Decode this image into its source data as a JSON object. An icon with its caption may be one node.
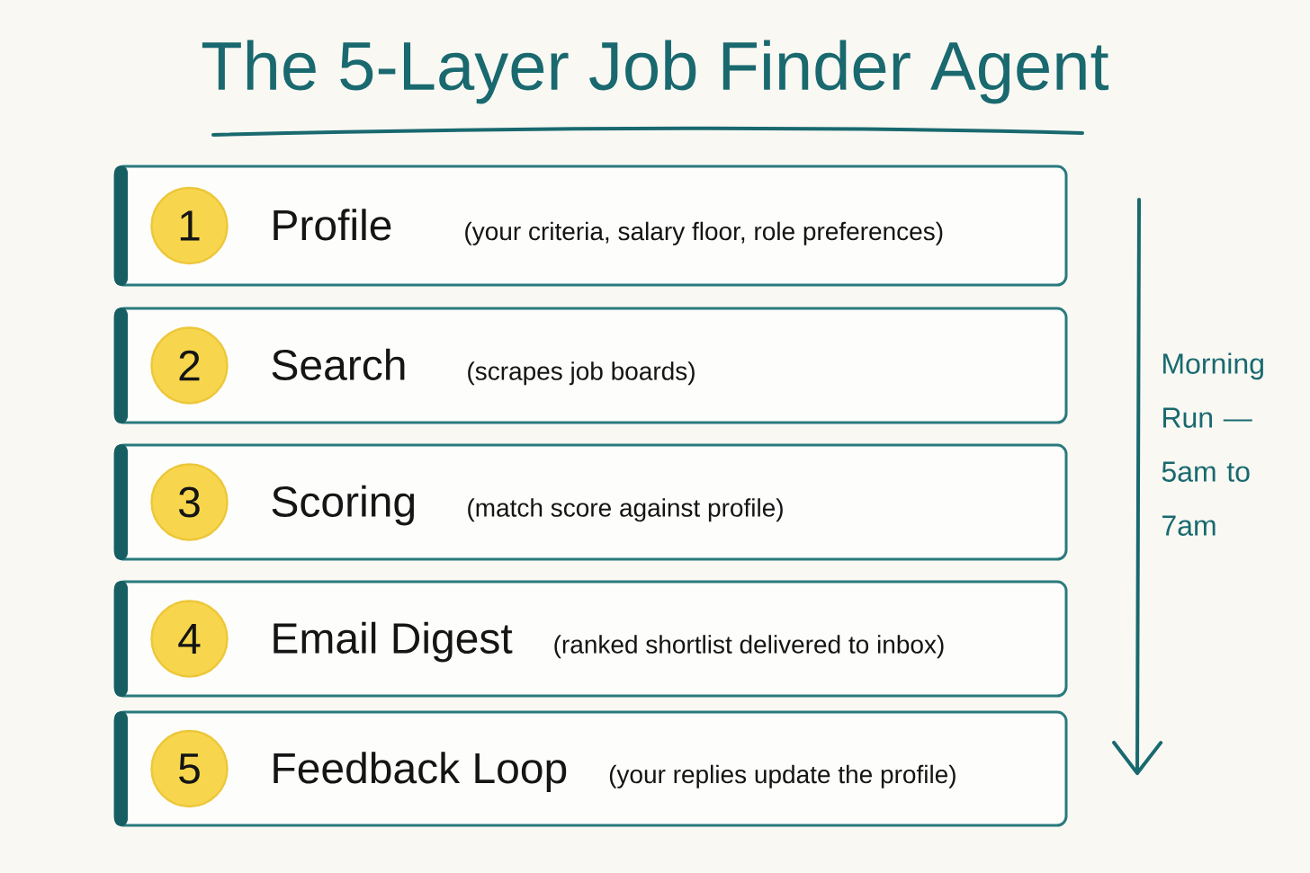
{
  "diagram": {
    "title": "The 5-Layer Job Finder Agent",
    "nodes": [
      {
        "text": [
          "Profile",
          "(your criteria, salary floor, role preferences)"
        ]
      },
      {
        "text": [
          "1"
        ],
        "in": 0
      },
      {
        "text": [
          "Search",
          "(scrapes job boards)"
        ]
      },
      {
        "text": [
          "2"
        ],
        "in": 2
      },
      {
        "text": [
          "Scoring",
          "(match score against profile)"
        ]
      },
      {
        "text": [
          "3"
        ],
        "in": 4
      },
      {
        "text": [
          "Email Digest",
          "(ranked shortlist delivered to inbox)"
        ]
      },
      {
        "text": [
          "4"
        ],
        "in": 6
      },
      {
        "text": [
          "Feedback Loop",
          "(your replies update the profile)"
        ]
      },
      {
        "text": [
          "5"
        ],
        "in": 8
      }
    ],
    "labels": [
      "Morning Run — 5am to 7am"
    ]
  }
}
